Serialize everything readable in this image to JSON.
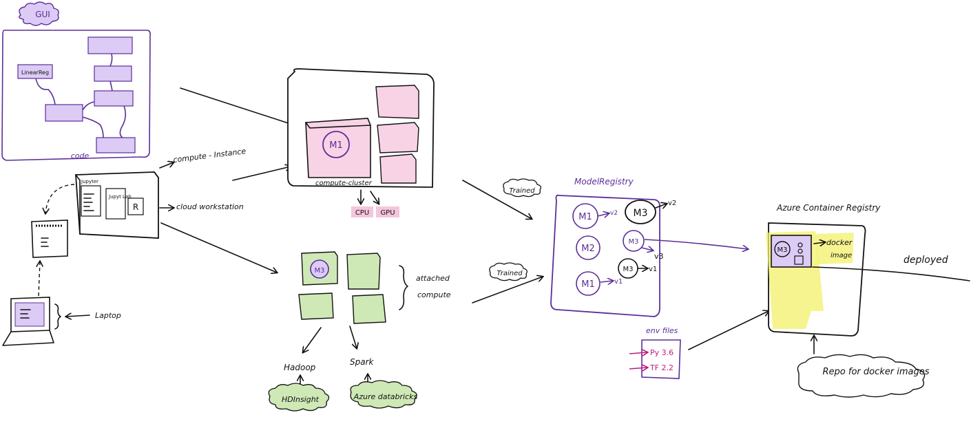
{
  "labels": {
    "gui": "GUI",
    "linear_reg": "LinearReg",
    "code": "code",
    "jupyter": "Jupyter",
    "jupyter_lab": "Jupyt Lab",
    "r": "R",
    "compute_instance": "compute - Instance",
    "cloud_workstation": "cloud workstation",
    "laptop": "Laptop",
    "m1": "M1",
    "compute_cluster": "compute-cluster",
    "cpu": "CPU",
    "gpu": "GPU",
    "m3_attached": "M3",
    "attached_compute_line1": "attached",
    "attached_compute_line2": "compute",
    "hadoop": "Hadoop",
    "spark": "Spark",
    "hdinsight": "HDInsight",
    "azure_databricks": "Azure databricks",
    "trained_1": "Trained",
    "trained_2": "Trained",
    "model_registry": "ModelRegistry",
    "reg_m1_top": "M1",
    "reg_v2_a": "v2",
    "reg_m3_top": "M3",
    "reg_v2_b": "v2",
    "reg_m2": "M2",
    "reg_m3_mid": "M3",
    "reg_v3": "v3",
    "reg_m3_low": "M3",
    "reg_v1_a": "v1",
    "reg_m1_low": "M1",
    "reg_v1_b": "v1",
    "env_files": "env files",
    "env_py": "Py 3.6",
    "env_tf": "TF 2.2",
    "acr_title": "Azure Container Registry",
    "acr_m3": "M3",
    "docker_image_line1": "docker",
    "docker_image_line2": "image",
    "deployed": "deployed",
    "repo_docker": "Repo for docker images"
  },
  "colors": {
    "purple_fill": "#dccbf5",
    "purple_ink": "#5b2d99",
    "pink_fill": "#f8d3e6",
    "pink_tag": "#f5c5dc",
    "green_fill": "#cfe9b6",
    "yellow_highlight": "#f3f06a",
    "magenta_ink": "#c2187f",
    "ink": "#111111"
  }
}
